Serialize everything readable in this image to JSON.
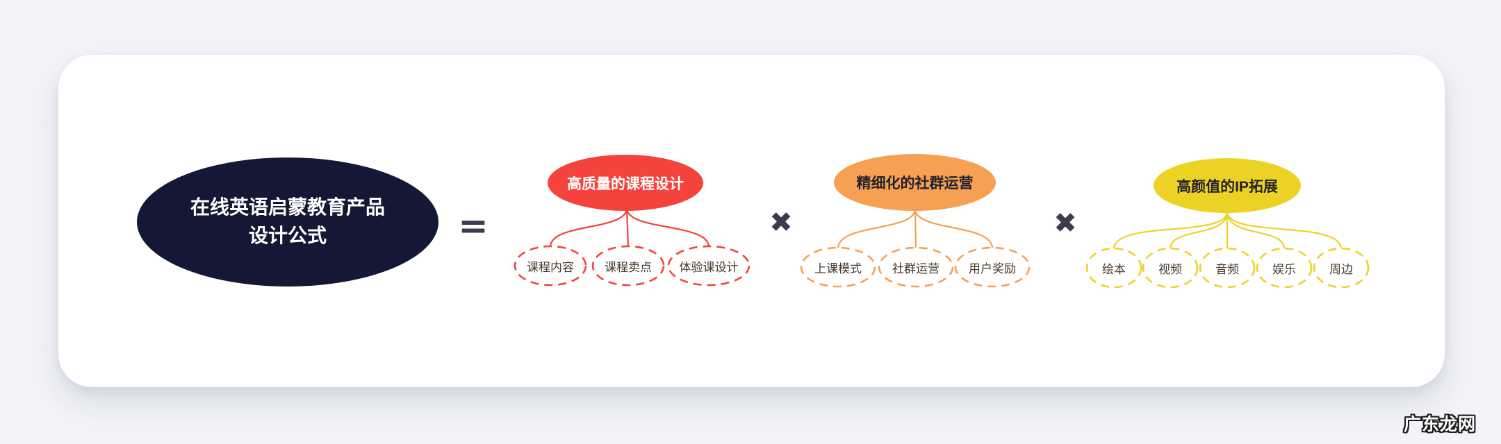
{
  "page": {
    "background_color": "#f3f4f8",
    "card_color": "#ffffff",
    "watermark": "广东龙网"
  },
  "colors": {
    "navy": "#141834",
    "red": "#f4423c",
    "orange": "#f5a053",
    "yellow": "#edd226",
    "operator": "#3a3b4f",
    "child-text": "#46392e"
  },
  "formula": {
    "result_line1": "在线英语启蒙教育产品",
    "result_line2": "设计公式",
    "equals": "=",
    "multiply": "✖"
  },
  "branches": [
    {
      "label": "高质量的课程设计",
      "color": "#f4423c",
      "children": [
        {
          "label": "课程内容"
        },
        {
          "label": "课程卖点"
        },
        {
          "label": "体验课设计"
        }
      ]
    },
    {
      "label": "精细化的社群运营",
      "color": "#f5a053",
      "children": [
        {
          "label": "上课模式"
        },
        {
          "label": "社群运营"
        },
        {
          "label": "用户奖励"
        }
      ]
    },
    {
      "label": "高颜值的IP拓展",
      "color": "#edd226",
      "children": [
        {
          "label": "绘本"
        },
        {
          "label": "视频"
        },
        {
          "label": "音频"
        },
        {
          "label": "娱乐"
        },
        {
          "label": "周边"
        }
      ]
    }
  ]
}
